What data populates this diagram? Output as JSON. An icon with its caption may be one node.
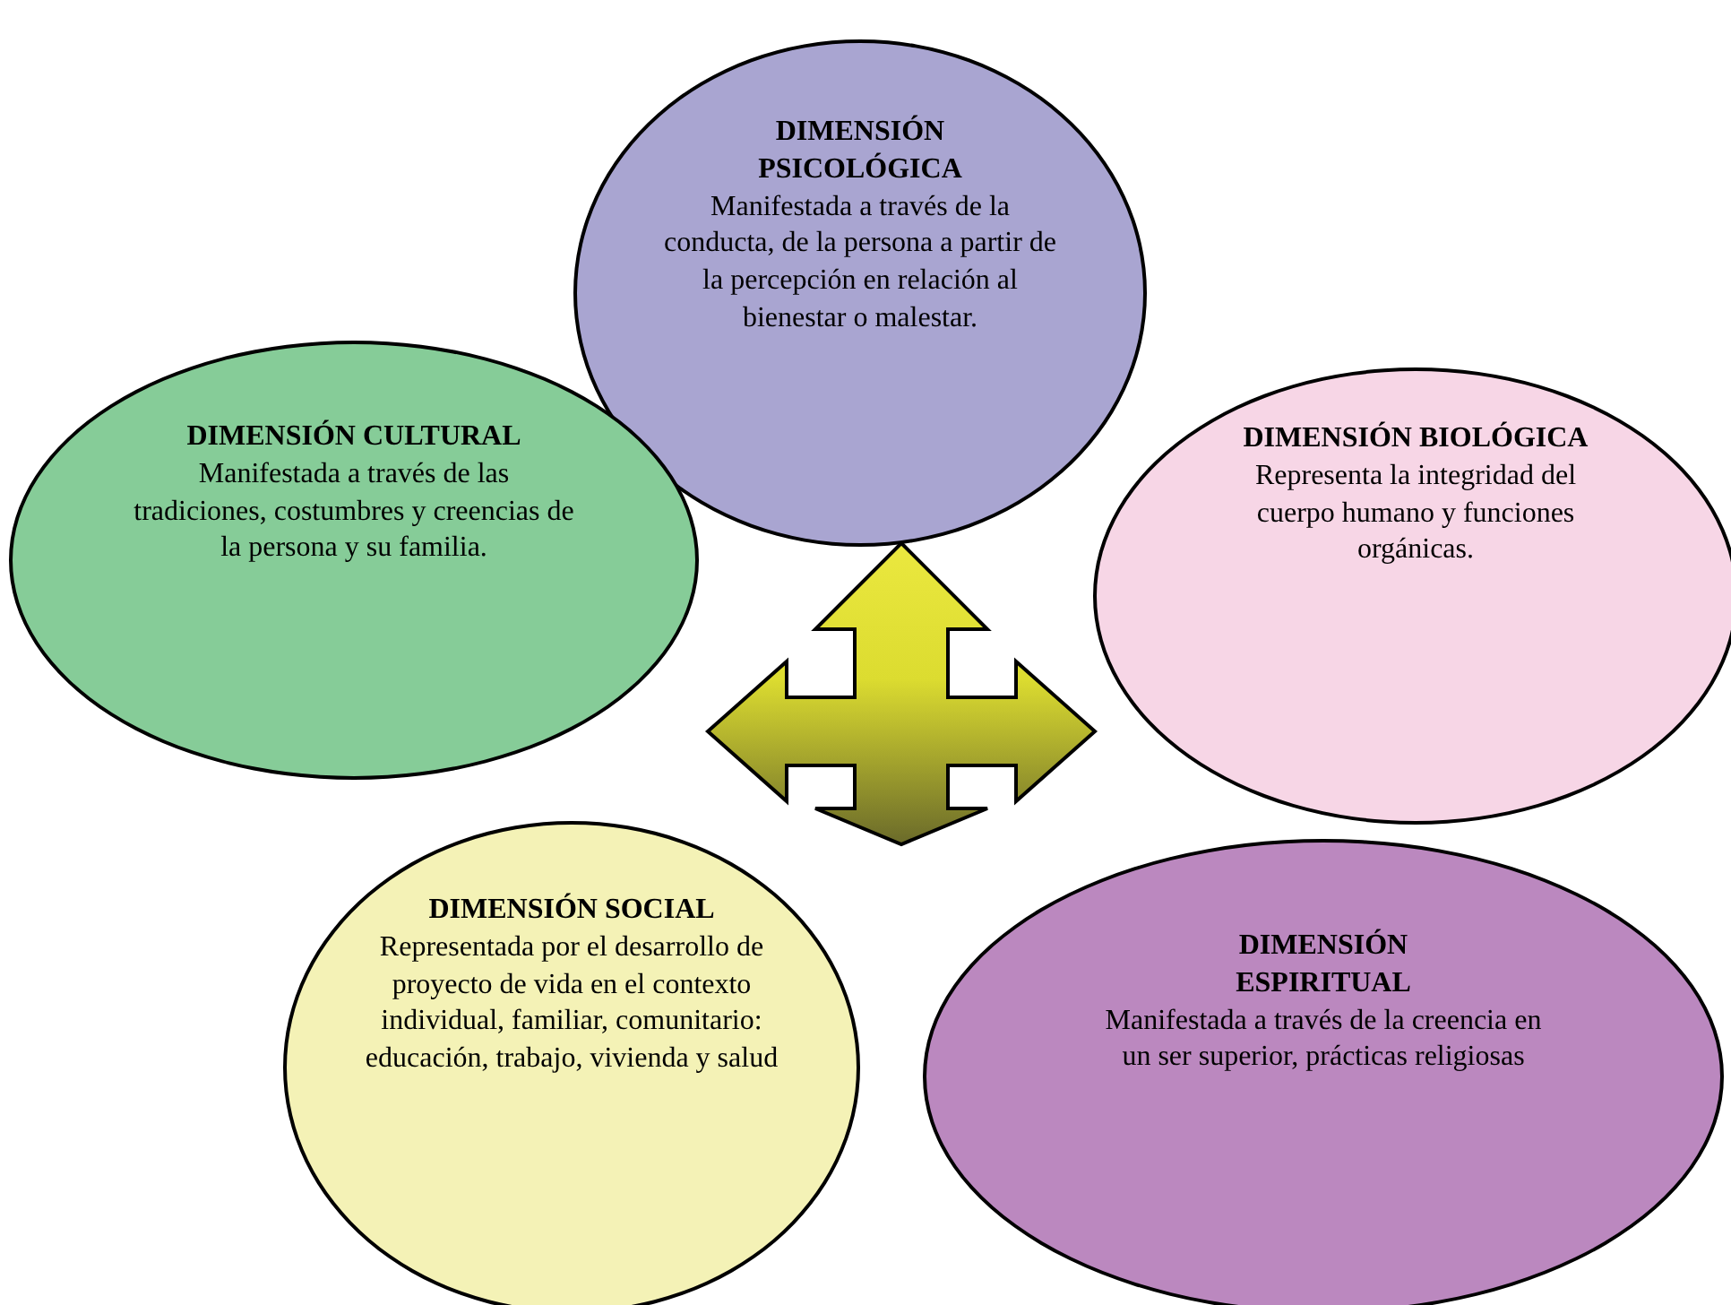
{
  "diagram": {
    "nodes": [
      {
        "text": [
          "DIMENSIÓN PSICOLÓGICA",
          "Manifestada a través de la conducta, de la persona a partir de la  percepción en relación al bienestar o malestar."
        ]
      },
      {
        "text": [
          "DIMENSIÓN CULTURAL",
          "Manifestada a través de las tradiciones, costumbres y creencias de la persona y su familia."
        ]
      },
      {
        "text": [
          "DIMENSIÓN BIOLÓGICA",
          "Representa la integridad del cuerpo humano y funciones orgánicas."
        ]
      },
      {
        "text": [
          "DIMENSIÓN SOCIAL",
          "Representada por el desarrollo  de proyecto de vida en el contexto individual, familiar, comunitario: educación, trabajo, vivienda y  salud"
        ]
      },
      {
        "text": [
          "DIMENSIÓN ESPIRITUAL",
          "Manifestada a través de la creencia en un ser superior, prácticas religiosas"
        ]
      }
    ]
  }
}
